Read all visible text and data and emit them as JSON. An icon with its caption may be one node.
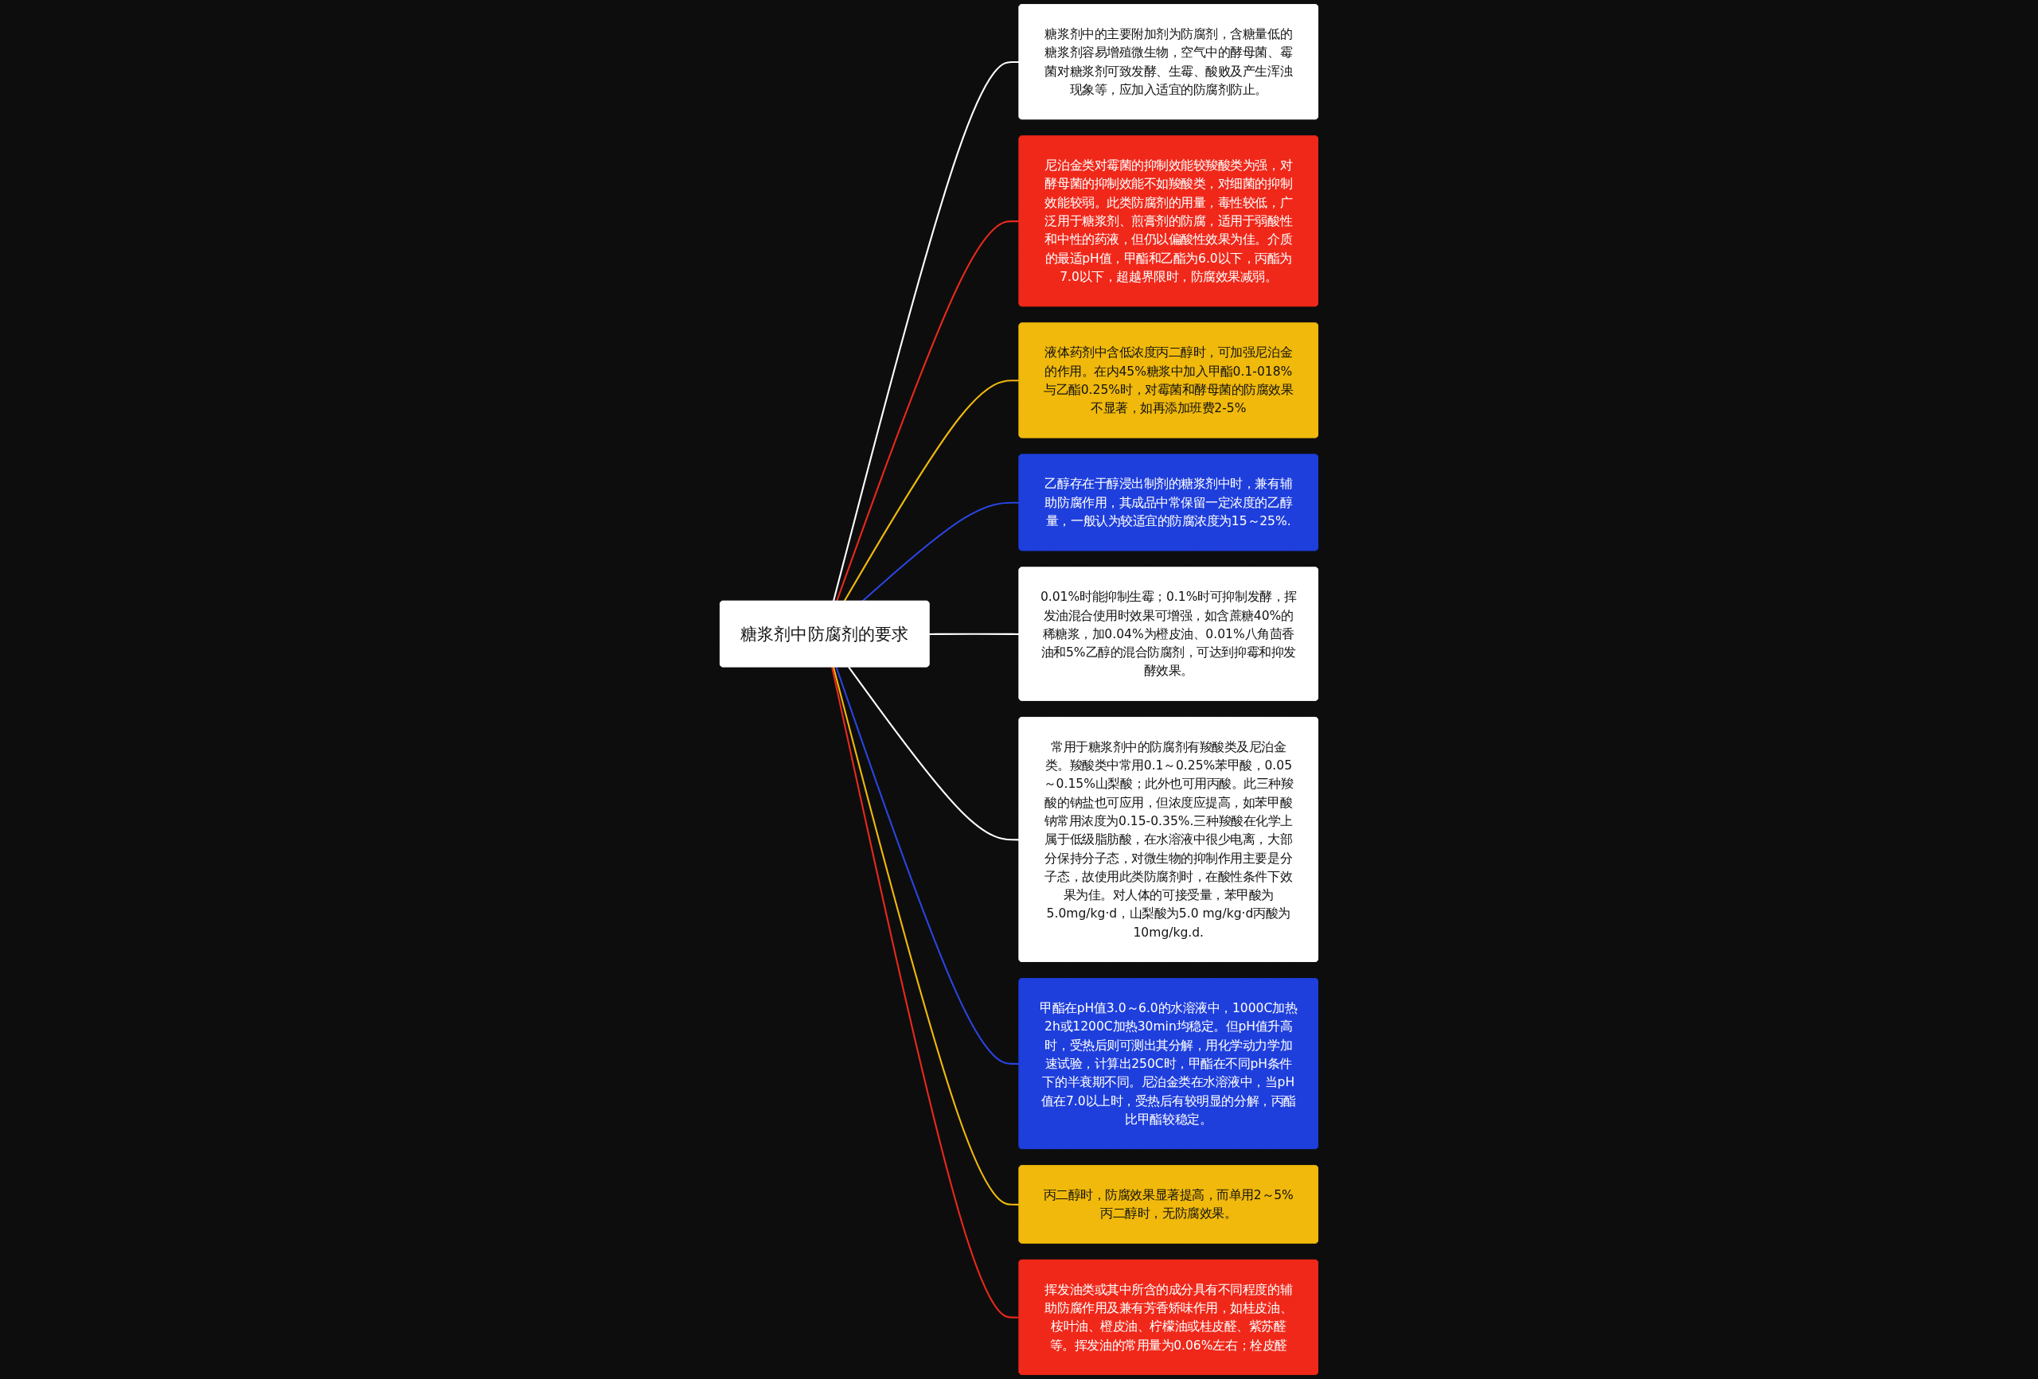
{
  "diagram": {
    "nodes": [
      {
        "text": [
          "糖浆剂中防腐剂的要求"
        ]
      },
      {
        "text": [
          "糖浆剂中的主要附加剂为防腐剂，含糖量低的糖浆剂容易增殖微生物，空气中的酵母菌、霉菌对糖浆剂可致发酵、生霉、酸败及产生浑浊现象等，应加入适宜的防腐剂防止。"
        ]
      },
      {
        "text": [
          "尼泊金类对霉菌的抑制效能较羧酸类为强，对酵母菌的抑制效能不如羧酸类，对细菌的抑制效能较弱。此类防腐剂的用量，毒性较低，广泛用于糖浆剂、煎膏剂的防腐，适用于弱酸性和中性的药液，但仍以偏酸性效果为佳。介质的最适pH值，甲酯和乙酯为6.0以下，丙酯为7.0以下，超越界限时，防腐效果减弱。"
        ]
      },
      {
        "text": [
          "液体药剂中含低浓度丙二醇时，可加强尼泊金的作用。在内45%糖浆中加入甲酯0.1-018%与乙酯0.25%时，对霉菌和酵母菌的防腐效果不显著，如再添加班费2-5%"
        ]
      },
      {
        "text": [
          "乙醇存在于醇浸出制剂的糖浆剂中时，兼有辅助防腐作用，其成品中常保留一定浓度的乙醇量，一般认为较适宜的防腐浓度为15～25%."
        ]
      },
      {
        "text": [
          "0.01%时能抑制生霉；0.1%时可抑制发酵，挥发油混合使用时效果可增强，如含蔗糖40%的稀糖浆，加0.04%为橙皮油、0.01%八角茴香油和5%乙醇的混合防腐剂，可达到抑霉和抑发酵效果。"
        ]
      },
      {
        "text": [
          "常用于糖浆剂中的防腐剂有羧酸类及尼泊金类。羧酸类中常用0.1～0.25%苯甲酸，0.05～0.15%山梨酸；此外也可用丙酸。此三种羧酸的钠盐也可应用，但浓度应提高，如苯甲酸钠常用浓度为0.15-0.35%.三种羧酸在化学上属于低级脂肪酸，在水溶液中很少电离，大部分保持分子态，对微生物的抑制作用主要是分子态，故使用此类防腐剂时，在酸性条件下效果为佳。对人体的可接受量，苯甲酸为5.0mg/kg·d，山梨酸为5.0 mg/kg·d丙酸为10mg/kg.d."
        ]
      },
      {
        "text": [
          "甲酯在pH值3.0～6.0的水溶液中，1000C加热2h或1200C加热30min均稳定。但pH值升高时，受热后则可测出其分解，用化学动力学加速试验，计算出250C时，甲酯在不同pH条件下的半衰期不同。尼泊金类在水溶液中，当pH值在7.0以上时，受热后有较明显的分解，丙酯比甲酯较稳定。"
        ]
      },
      {
        "text": [
          "丙二醇时，防腐效果显著提高，而单用2～5%丙二醇时，无防腐效果。"
        ]
      },
      {
        "text": [
          "挥发油类或其中所含的成分具有不同程度的辅助防腐作用及兼有芳香矫味作用，如桂皮油、桉叶油、橙皮油、柠檬油或桂皮醛、紫苏醛等。挥发油的常用量为0.06%左右；栓皮醛"
        ]
      }
    ],
    "edges": [
      {
        "from": 0,
        "to": 1,
        "arrow": "none",
        "color": "#ffffff"
      },
      {
        "from": 0,
        "to": 2,
        "arrow": "none",
        "color": "#e8291b"
      },
      {
        "from": 0,
        "to": 3,
        "arrow": "none",
        "color": "#f0b90b"
      },
      {
        "from": 0,
        "to": 4,
        "arrow": "none",
        "color": "#2a45e0"
      },
      {
        "from": 0,
        "to": 5,
        "arrow": "none",
        "color": "#ffffff"
      },
      {
        "from": 0,
        "to": 6,
        "arrow": "none",
        "color": "#ffffff"
      },
      {
        "from": 0,
        "to": 7,
        "arrow": "none",
        "color": "#2a45e0"
      },
      {
        "from": 0,
        "to": 8,
        "arrow": "none",
        "color": "#f0b90b"
      },
      {
        "from": 0,
        "to": 9,
        "arrow": "none",
        "color": "#e8291b"
      }
    ]
  }
}
